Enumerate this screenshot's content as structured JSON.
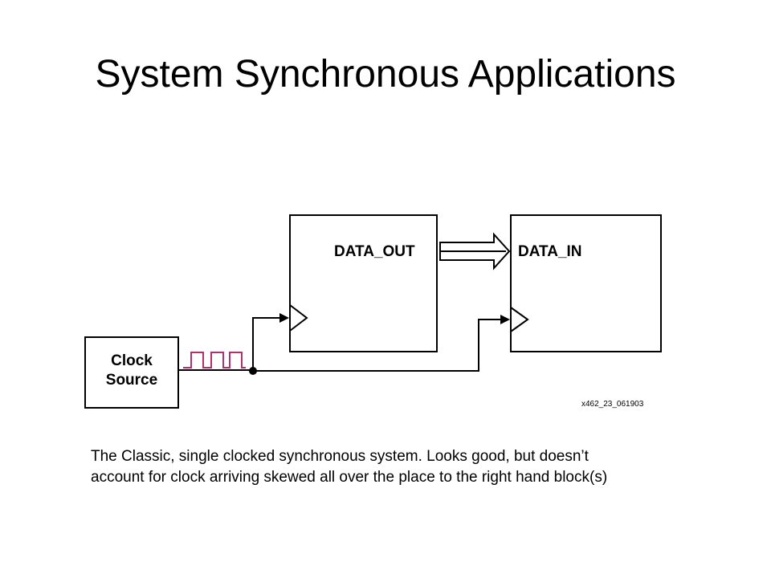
{
  "slide": {
    "title": "System Synchronous Applications"
  },
  "diagram": {
    "clock_source_label_line1": "Clock",
    "clock_source_label_line2": "Source",
    "data_out_label": "DATA_OUT",
    "data_in_label": "DATA_IN",
    "figure_id": "x462_23_061903",
    "colors": {
      "clock_waveform": "#b03070",
      "lines": "#000000"
    }
  },
  "caption": {
    "line1": "The Classic, single clocked synchronous system.  Looks good, but doesn’t",
    "line2": "account for clock arriving skewed all over the place to the right hand block(s)"
  }
}
